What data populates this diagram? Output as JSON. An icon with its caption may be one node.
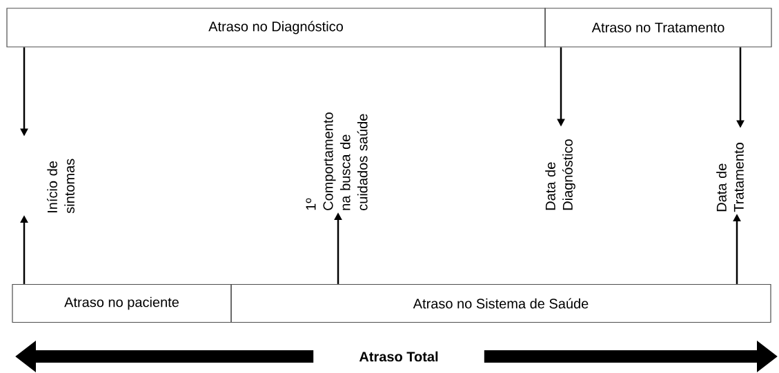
{
  "diagram": {
    "nodes": [
      {
        "text": [
          "Atraso no Diagnóstico"
        ]
      },
      {
        "text": [
          "Atraso no Tratamento"
        ]
      },
      {
        "text": [
          "Início de sintomas"
        ]
      },
      {
        "text": [
          "1º Comportamento na busca de cuidados saúde"
        ]
      },
      {
        "text": [
          "Data de Diagnóstico"
        ]
      },
      {
        "text": [
          "Data de Tratamento"
        ]
      },
      {
        "text": [
          "Atraso no paciente"
        ]
      },
      {
        "text": [
          "Atraso no Sistema de Saúde"
        ]
      },
      {
        "text": [
          "Atraso Total"
        ]
      }
    ],
    "edges": [
      {
        "from": 0,
        "to": 2,
        "arrow": "to"
      },
      {
        "from": 6,
        "to": 2,
        "arrow": "to"
      },
      {
        "from": 7,
        "to": 3,
        "arrow": "to"
      },
      {
        "from": 1,
        "to": 4,
        "arrow": "to"
      },
      {
        "from": 1,
        "to": 5,
        "arrow": "to"
      },
      {
        "from": 7,
        "to": 5,
        "arrow": "to"
      },
      {
        "from": 8,
        "to": null,
        "arrow": "to",
        "style": "thick"
      },
      {
        "from": 8,
        "to": null,
        "arrow": "to",
        "style": "thick"
      }
    ]
  }
}
